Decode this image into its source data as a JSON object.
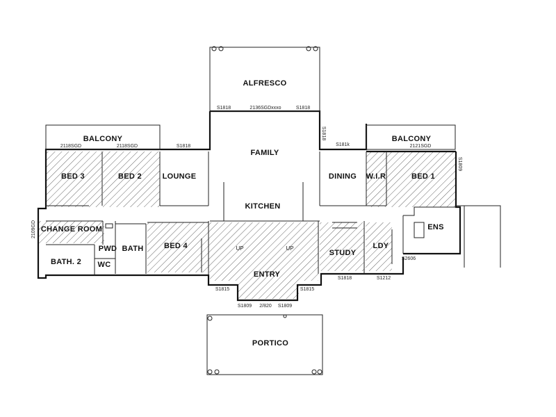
{
  "rooms": {
    "alfresco": "ALFRESCO",
    "balcony_left": "BALCONY",
    "balcony_right": "BALCONY",
    "family": "FAMILY",
    "bed3": "BED 3",
    "bed2": "BED 2",
    "lounge": "LOUNGE",
    "dining": "DINING",
    "wir": "W.I.R",
    "bed1": "BED 1",
    "kitchen": "KITCHEN",
    "change_room": "CHANGE ROOM",
    "ens": "ENS",
    "pwd": "PWD",
    "bath": "BATH",
    "bed4": "BED 4",
    "study": "STUDY",
    "ldy": "LDY",
    "bath2": "BATH. 2",
    "wc": "WC",
    "entry": "ENTRY",
    "portico": "PORTICO"
  },
  "stairs": {
    "up_left": "UP",
    "up_right": "UP"
  },
  "dimensions": {
    "alfresco_left": "S1818",
    "alfresco_center": "2136SGDxxxo",
    "alfresco_right": "S1818",
    "family_side": "S1818",
    "bal_left_1": "2118SGD",
    "bal_left_2": "2118SGD",
    "lounge_top": "S1818",
    "dining_top": "S181k",
    "bal_right": "2121SGD",
    "bed1_side": "S1809",
    "left_side": "2109GD",
    "ens_win": "S2606",
    "study_bottom": "S1818",
    "ldy_bottom": "S1212",
    "entry_left": "S1815",
    "entry_right": "S1815",
    "portico_left": "S1809",
    "portico_center": "2/820",
    "portico_right": "S1809"
  },
  "colors": {
    "wall": "#111111",
    "hatch": "#555555",
    "paper": "#ffffff"
  }
}
